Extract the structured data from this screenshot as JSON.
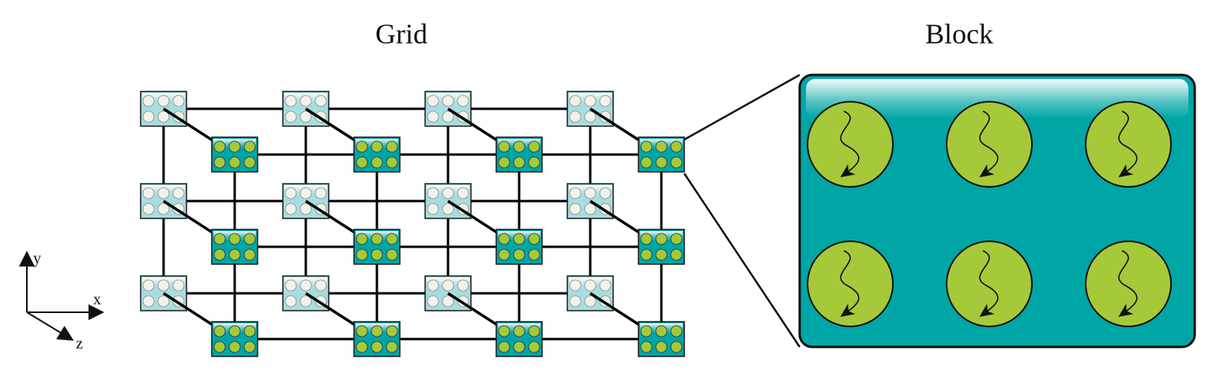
{
  "titles": {
    "grid": "Grid",
    "block": "Block"
  },
  "axes": {
    "x": "x",
    "y": "y",
    "z": "z"
  },
  "grid": {
    "columns": 4,
    "rows": 3,
    "layers": 2,
    "threads_per_block": {
      "columns": 3,
      "rows": 2
    }
  },
  "colors": {
    "block_front": "#00a6a6",
    "block_back": "#a8dde0",
    "thread_front": "#a6c93a",
    "thread_back": "#f2f2e6",
    "edge": "#000000",
    "outline": "#1a1a1a"
  }
}
